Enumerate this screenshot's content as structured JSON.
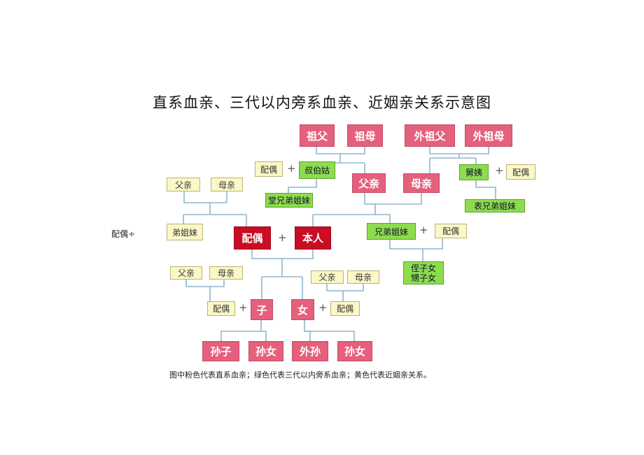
{
  "title": "直系血亲、三代以内旁系血亲、近姻亲关系示意图",
  "side_label": "配偶÷",
  "caption": "图中粉色代表直系血亲；绿色代表三代以内旁系血亲；黄色代表近姻亲关系。",
  "plus_sign": "+",
  "colors": {
    "lineal": "#e4607c",
    "self": "#c90d23",
    "collateral": "#8ddc4e",
    "affinal": "#fbf7c6",
    "line": "#8fb6cf"
  },
  "nodes": {
    "grandfather": "祖父",
    "grandmother": "祖母",
    "maternal_grandfather": "外祖父",
    "maternal_grandmother": "外祖母",
    "aunt_uncle_spouse": "配偶",
    "aunt_uncle": "叔伯姑",
    "paternal_cousins": "堂兄弟姐妹",
    "father": "父亲",
    "mother": "母亲",
    "maternal_aunt_uncle": "舅姨",
    "maternal_aunt_uncle_spouse": "配偶",
    "maternal_cousins": "表兄弟姐妹",
    "spouse_father": "父亲",
    "spouse_mother": "母亲",
    "spouse_siblings": "弟姐妹",
    "spouse": "配偶",
    "self": "本人",
    "siblings": "兄弟姐妹",
    "siblings_spouse": "配偶",
    "nephews_nieces": "侄子女\n甥子女",
    "son_in_law_father": "父亲",
    "son_in_law_mother": "母亲",
    "son_spouse": "配偶",
    "son": "子",
    "daughter": "女",
    "daughter_spouse": "配偶",
    "daughter_in_law_father": "父亲",
    "daughter_in_law_mother": "母亲",
    "grandson": "孙子",
    "granddaughter": "孙女",
    "daughters_son": "外孙",
    "granddaughter_2": "孙女"
  }
}
